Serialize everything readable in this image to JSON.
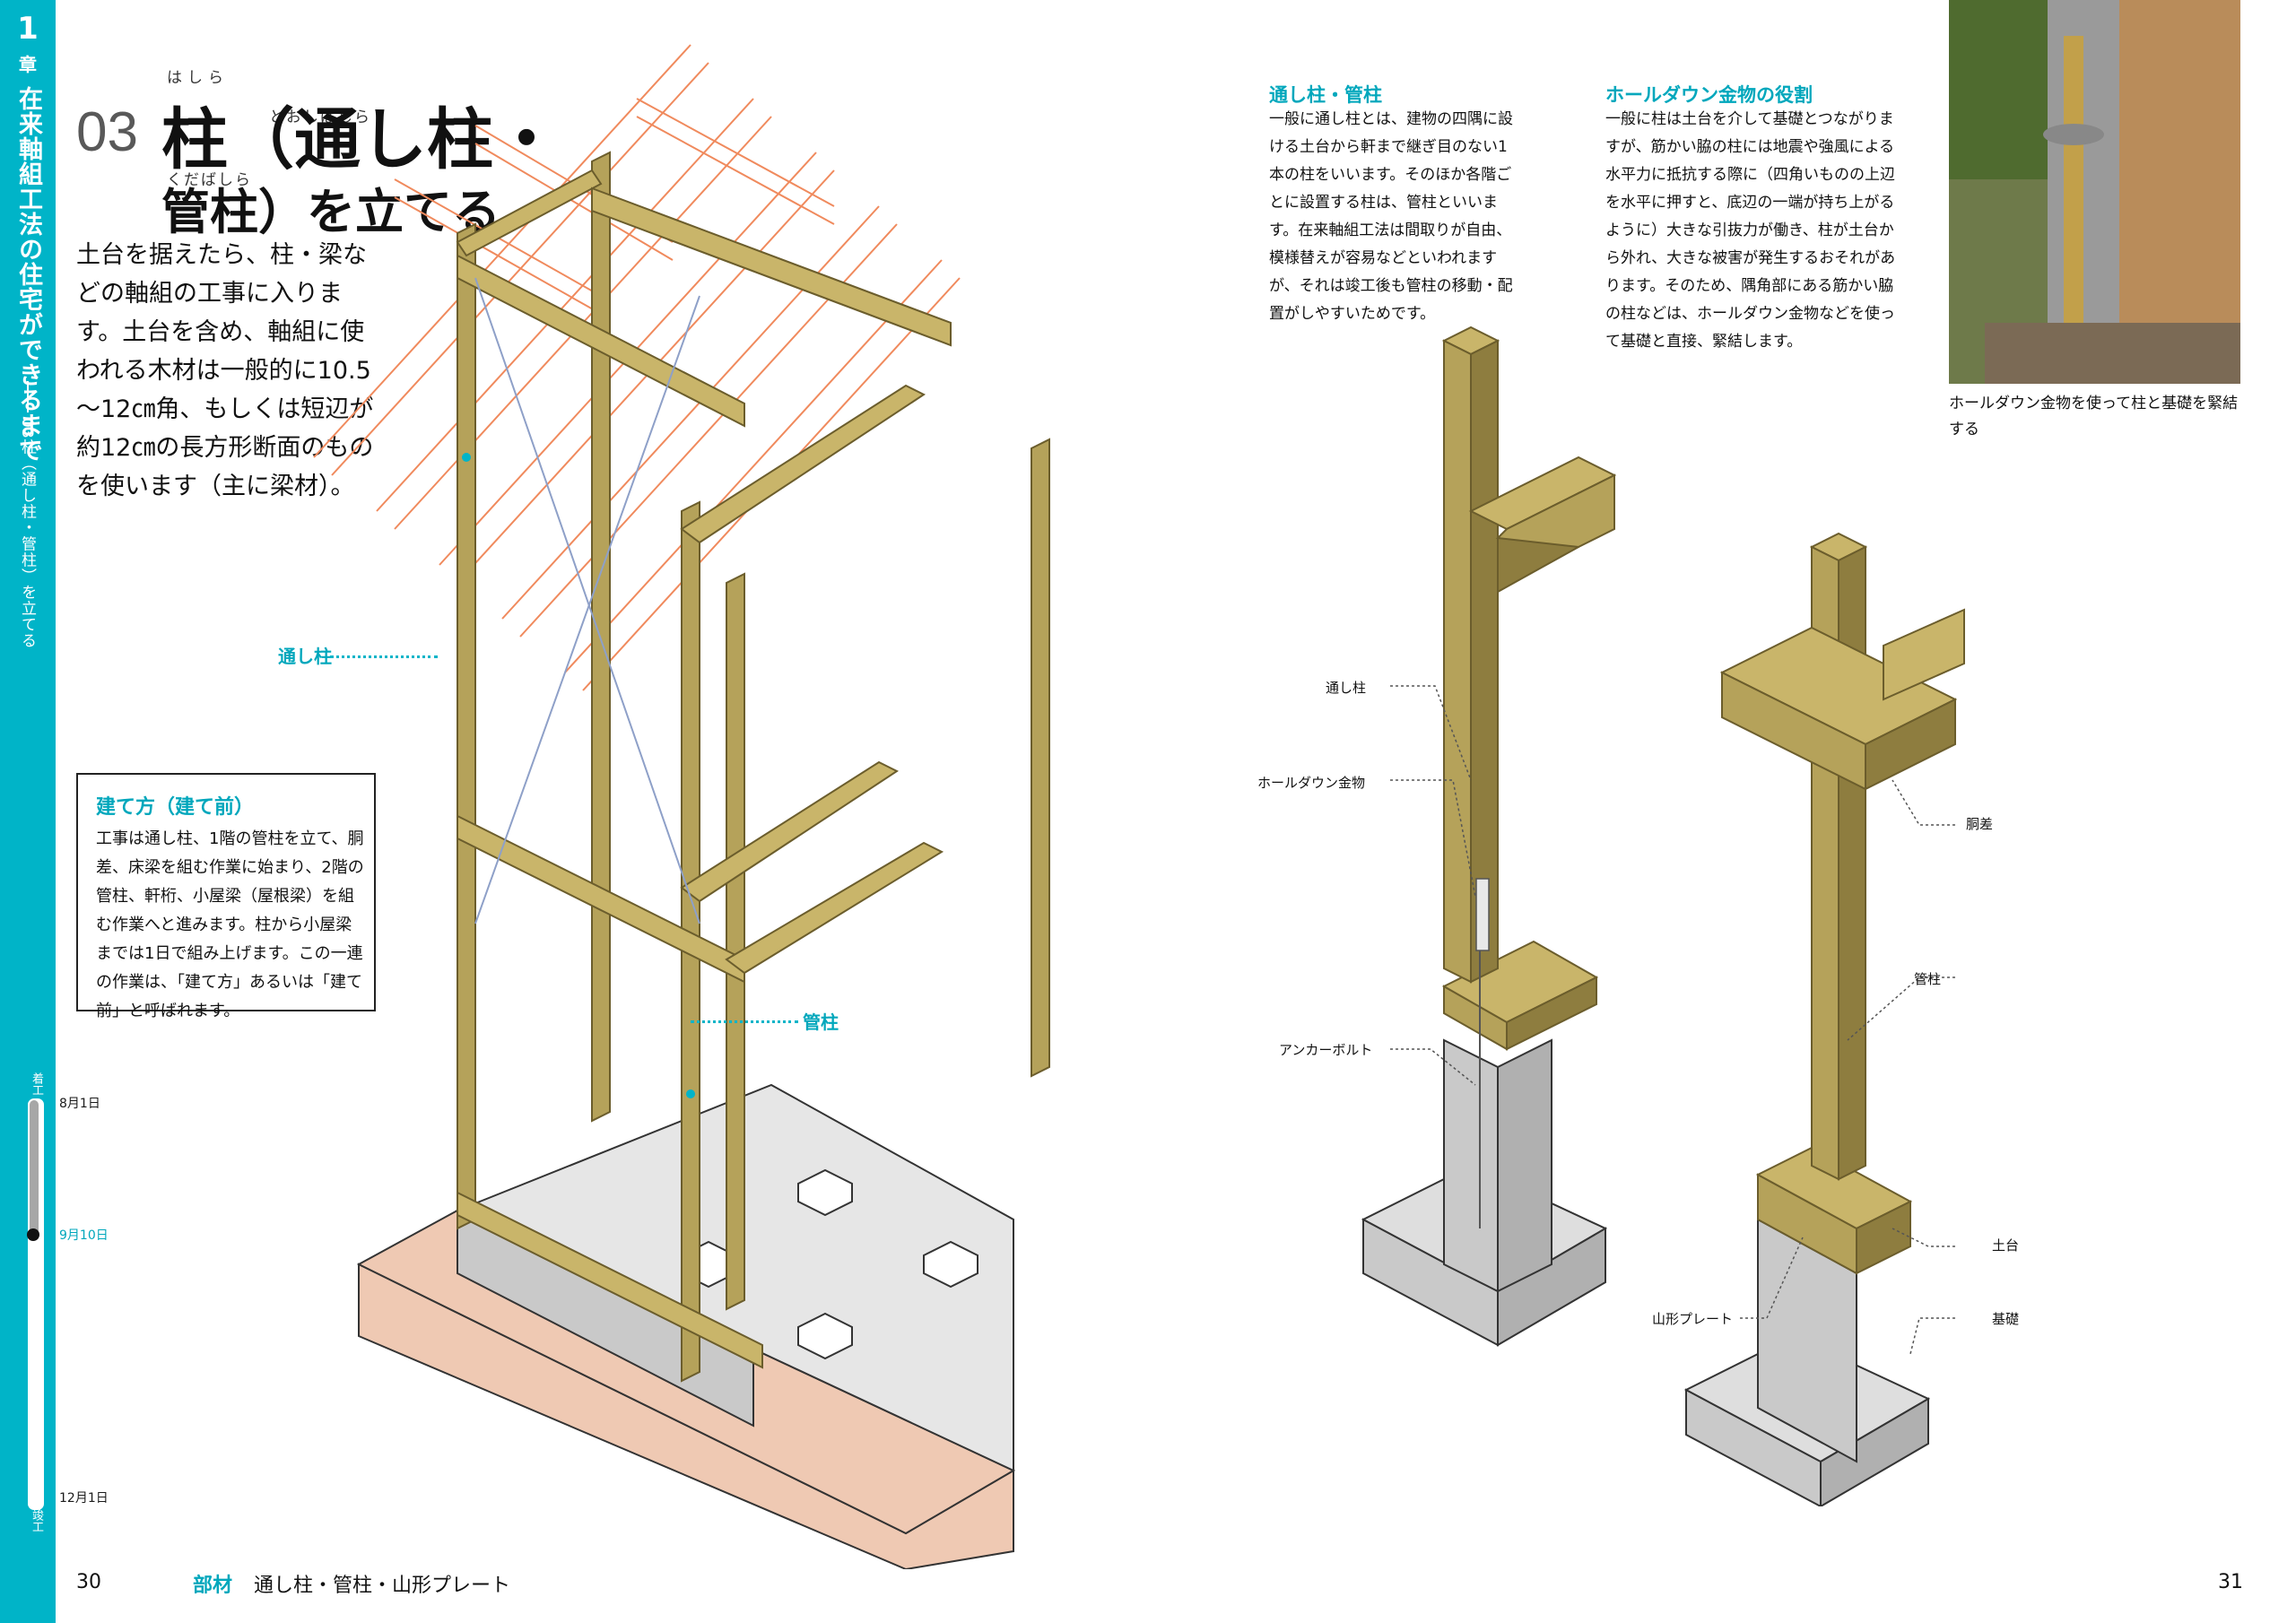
{
  "side": {
    "chapter_num": "1",
    "chapter_label": "章",
    "chapter_title": "在来軸組工法の住宅ができるまで",
    "section_title": "03柱（通し柱・管柱）を立てる",
    "timeline": {
      "start_label": "着工",
      "end_label": "竣工",
      "dates": [
        "8月1日",
        "9月10日",
        "12月1日"
      ],
      "progress": 0.33
    }
  },
  "title": {
    "number": "03",
    "line1": "柱（通し柱・",
    "line2": "管柱）を立てる",
    "ruby_hashira": "はしら",
    "ruby_toori": "とおしばしら",
    "ruby_kuda": "くだばしら"
  },
  "intro": "土台を据えたら、柱・梁などの軸組の工事に入ります。土台を含め、軸組に使われる木材は一般的に10.5～12㎝角、もしくは短辺が約12㎝の長方形断面のものを使います（主に梁材）。",
  "box": {
    "heading": "建て方（建て前）",
    "body": "工事は通し柱、1階の管柱を立て、胴差、床梁を組む作業に始まり、2階の管柱、軒桁、小屋梁（屋根梁）を組む作業へと進みます。柱から小屋梁までは1日で組み上げます。この一連の作業は、「建て方」あるいは「建て前」と呼ばれます。"
  },
  "left_labels": {
    "toori": "通し柱",
    "kuda": "管柱"
  },
  "col1": {
    "heading": "通し柱・管柱",
    "body": "一般に通し柱とは、建物の四隅に設ける土台から軒まで継ぎ目のない1本の柱をいいます。そのほか各階ごとに設置する柱は、管柱といいます。在来軸組工法は間取りが自由、模様替えが容易などといわれますが、それは竣工後も管柱の移動・配置がしやすいためです。"
  },
  "col2": {
    "heading": "ホールダウン金物の役割",
    "body": "一般に柱は土台を介して基礎とつながりますが、筋かい脇の柱には地震や強風による水平力に抵抗する際に（四角いものの上辺を水平に押すと、底辺の一端が持ち上がるように）大きな引抜力が働き、柱が土台から外れ、大きな被害が発生するおそれがあります。そのため、隅角部にある筋かい脇の柱などは、ホールダウン金物などを使って基礎と直接、緊結します。"
  },
  "caption": "ホールダウン金物を使って柱と基礎を緊結する",
  "right_labels": {
    "toori": "通し柱",
    "holddown": "ホールダウン金物",
    "anchor": "アンカーボルト",
    "dousashi": "胴差",
    "kuda": "管柱",
    "dodai": "土台",
    "kiso": "基礎",
    "yamagata": "山形プレート"
  },
  "footer": {
    "page_left": "30",
    "page_right": "31",
    "key": "部材",
    "text": "通し柱・管柱・山形プレート"
  },
  "colors": {
    "accent": "#00b4c8",
    "wood": "#b5a25a",
    "wood_dark": "#8e7d3f",
    "concrete": "#c9c9c9",
    "rafter": "#f08a5d"
  }
}
